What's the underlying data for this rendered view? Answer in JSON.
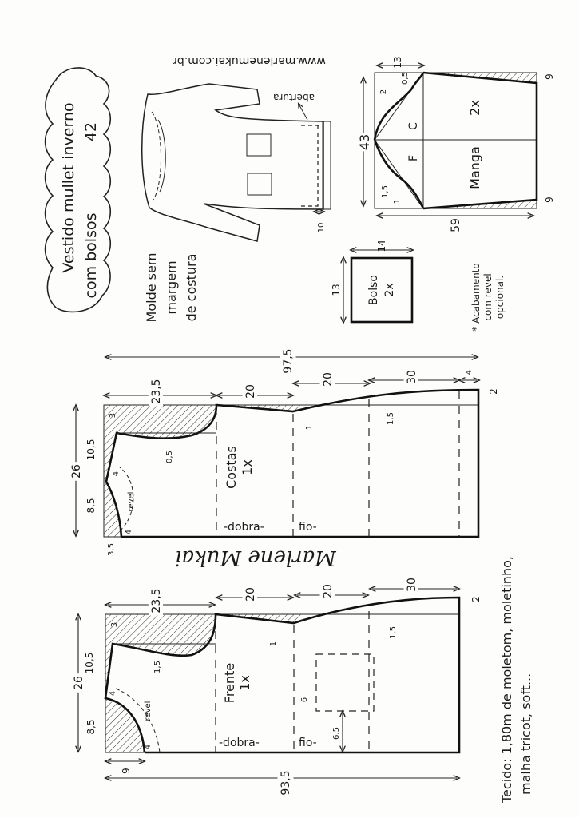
{
  "title": {
    "line1": "Vestido mullet inverno",
    "line2": "com bolsos",
    "size": "42"
  },
  "seam_note": {
    "line1": "Molde sem",
    "line2": "margem",
    "line3": "de costura"
  },
  "website": "www.marlenemukai.com.br",
  "sketch": {
    "opening_label": "abertura",
    "slit": "10"
  },
  "sleeve": {
    "label": "Manga",
    "count": "2x",
    "front": "F",
    "back": "C",
    "width": "43",
    "length": "59",
    "cap_height": "13",
    "hem_top": "9",
    "hem_bottom": "9",
    "back_out": "2",
    "back_in": "0,5",
    "front_out": "1,5",
    "front_in": "1"
  },
  "pocket": {
    "label": "Bolso",
    "count": "2x",
    "width": "13",
    "height": "14"
  },
  "finish_note": {
    "line1": "* Acabamento",
    "line2": "com revel",
    "line3": "opcional."
  },
  "back": {
    "label": "Costas",
    "count": "1x",
    "fold": "-dobra-",
    "grain": "fio-",
    "total": "97,5",
    "seg1": "23,5",
    "seg2": "20",
    "seg3": "20",
    "seg4": "30",
    "seg5": "4",
    "hem_rise": "2",
    "width": "26",
    "shoulder": "10,5",
    "neck": "8,5",
    "shoulder_drop": "3",
    "armhole": "0,5",
    "waist": "1",
    "hip": "1,5",
    "neck_depth": "3,5",
    "facing": "4",
    "facing2": "4",
    "facing_label": "revel"
  },
  "front": {
    "label": "Frente",
    "count": "1x",
    "fold": "-dobra-",
    "grain": "fio-",
    "total": "93,5",
    "seg1": "23,5",
    "seg2": "20",
    "seg3": "20",
    "seg4": "30",
    "hem_rise": "2",
    "width": "26",
    "shoulder": "10,5",
    "neck": "8,5",
    "neck_width": "9",
    "shoulder_drop": "3",
    "armhole": "1,5",
    "waist": "1",
    "hip": "1,5",
    "facing": "4",
    "facing2": "4",
    "facing_label": "revel",
    "pocket_from_fold": "6,5",
    "pocket_from_waist": "6"
  },
  "fabric": {
    "line1": "Tecido: 1,80m de moletom, moletinho,",
    "line2": "malha tricot, soft..."
  },
  "signature": "Marlene Mukai"
}
